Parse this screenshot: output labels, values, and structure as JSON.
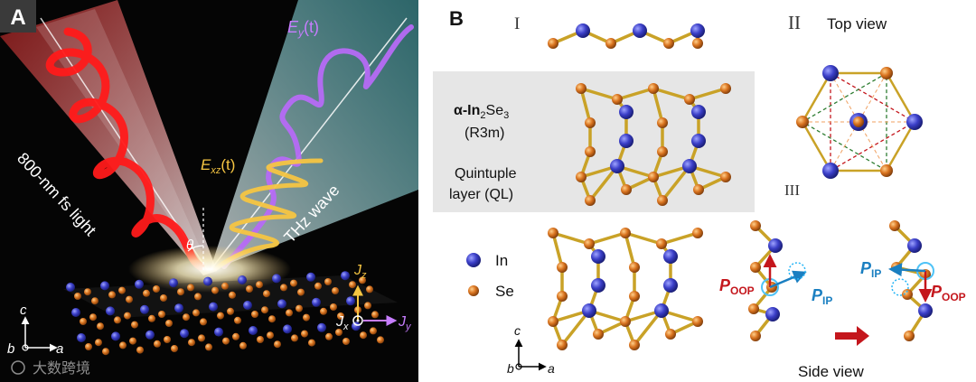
{
  "panel_a": {
    "label": "A",
    "field_y_label": "E",
    "field_y_sub": "y",
    "field_y_arg": "(t)",
    "field_xz_label": "E",
    "field_xz_sub": "xz",
    "field_xz_arg": "(t)",
    "light_label": "800-nm fs light",
    "thz_label": "THz wave",
    "theta": "θ",
    "jz": "J",
    "jz_sub": "z",
    "jx": "J",
    "jx_sub": "x",
    "jy": "J",
    "jy_sub": "y",
    "axis_c": "c",
    "axis_b": "b",
    "axis_a": "a",
    "watermark": "大数跨境"
  },
  "panel_b": {
    "label": "B",
    "roman_1": "I",
    "roman_2": "II",
    "roman_3": "III",
    "top_view": "Top view",
    "side_view": "Side view",
    "material_prefix": "α-In",
    "material_sub1": "2",
    "material_mid": "Se",
    "material_sub2": "3",
    "space_group": "(R3m)",
    "ql_line1": "Quintuple",
    "ql_line2": "layer (QL)",
    "legend_in": "In",
    "legend_se": "Se",
    "axis_c": "c",
    "axis_b": "b",
    "axis_a": "a",
    "p_oop": "P",
    "p_oop_sub": "OOP",
    "p_ip": "P",
    "p_ip_sub": "IP"
  },
  "colors": {
    "in_atom": "#3b3fc8",
    "se_atom": "#d9731f",
    "bond": "#c9a227",
    "p_oop": "#c4161c",
    "p_ip": "#1a7fc1"
  }
}
